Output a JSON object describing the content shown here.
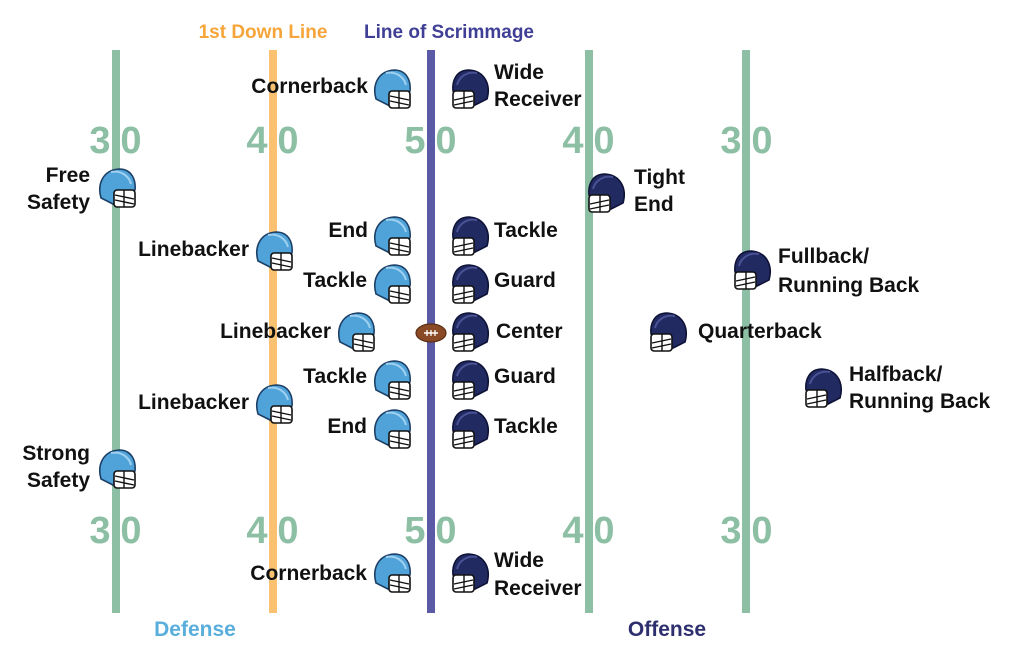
{
  "headers": {
    "first_down": "1st Down Line",
    "scrimmage": "Line of Scrimmage"
  },
  "sides": {
    "defense": "Defense",
    "offense": "Offense"
  },
  "yard_numbers_top": [
    {
      "tens": "3",
      "ones": "0"
    },
    {
      "tens": "4",
      "ones": "0"
    },
    {
      "tens": "5",
      "ones": "0"
    },
    {
      "tens": "4",
      "ones": "0"
    },
    {
      "tens": "3",
      "ones": "0"
    }
  ],
  "yard_numbers_bottom": [
    {
      "tens": "3",
      "ones": "0"
    },
    {
      "tens": "4",
      "ones": "0"
    },
    {
      "tens": "5",
      "ones": "0"
    },
    {
      "tens": "4",
      "ones": "0"
    },
    {
      "tens": "3",
      "ones": "0"
    }
  ],
  "defense": [
    {
      "label": [
        "Cornerback"
      ]
    },
    {
      "label": [
        "Free",
        "Safety"
      ]
    },
    {
      "label": [
        "End"
      ]
    },
    {
      "label": [
        "Linebacker"
      ]
    },
    {
      "label": [
        "Tackle"
      ]
    },
    {
      "label": [
        "Linebacker"
      ]
    },
    {
      "label": [
        "Tackle"
      ]
    },
    {
      "label": [
        "Linebacker"
      ]
    },
    {
      "label": [
        "End"
      ]
    },
    {
      "label": [
        "Strong",
        "Safety"
      ]
    },
    {
      "label": [
        "Cornerback"
      ]
    }
  ],
  "offense": [
    {
      "label": [
        "Wide",
        "Receiver"
      ]
    },
    {
      "label": [
        "Tight",
        "End"
      ]
    },
    {
      "label": [
        "Tackle"
      ]
    },
    {
      "label": [
        "Guard"
      ]
    },
    {
      "label": [
        "Fullback/",
        "Running Back"
      ]
    },
    {
      "label": [
        "Center"
      ]
    },
    {
      "label": [
        "Quarterback"
      ]
    },
    {
      "label": [
        "Guard"
      ]
    },
    {
      "label": [
        "Halfback/",
        "Running Back"
      ]
    },
    {
      "label": [
        "Tackle"
      ]
    },
    {
      "label": [
        "Wide",
        "Receiver"
      ]
    }
  ],
  "colors": {
    "yard_line": "#8dbfa5",
    "first_down_line": "#f9c170",
    "scrimmage_line": "#5a5aa6",
    "defense_helmet": "#4fa3d9",
    "offense_helmet": "#222a62",
    "defense_text": "#5aaedc",
    "offense_text": "#2e2f6e",
    "first_down_text": "#f6a53a",
    "scrimmage_text": "#3f3f96",
    "football": "#8b4a26"
  },
  "icons": {
    "helmet": "football-helmet-icon",
    "ball": "football-icon"
  }
}
